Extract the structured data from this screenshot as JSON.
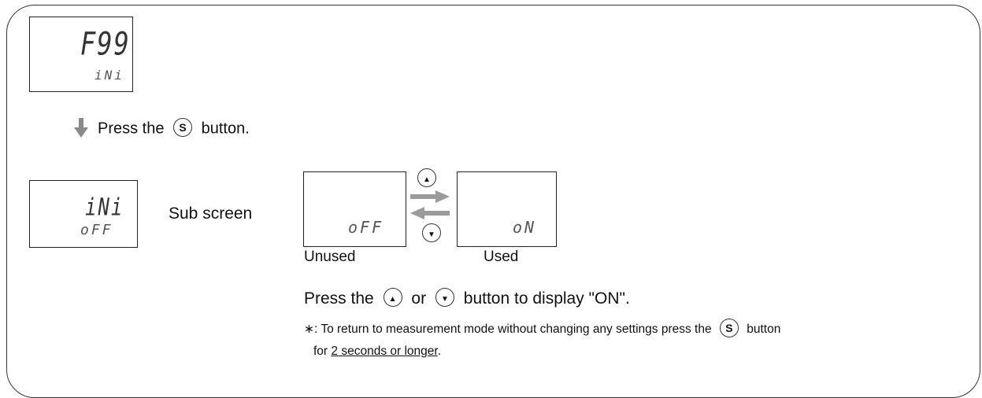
{
  "display1": {
    "main": "F99",
    "sub": "iNi"
  },
  "step_text": "Press the",
  "step_text_after": "button.",
  "display2": {
    "main": "iNi",
    "sub": "oFF"
  },
  "sub_screen_label": "Sub screen",
  "option_unused": {
    "value": "oFF",
    "caption": "Unused"
  },
  "option_used": {
    "value": "oN",
    "caption": "Used"
  },
  "button_s": "S",
  "button_up": "▲",
  "button_down": "▼",
  "instruction": {
    "pre": "Press the",
    "mid": "or",
    "post": "button to display \"ON\"."
  },
  "note": {
    "prefix": "∗: To return to measurement mode without changing any settings press the",
    "suffix": "button",
    "line2_pre": "for",
    "line2_underlined": "2 seconds or longer",
    "line2_post": "."
  }
}
